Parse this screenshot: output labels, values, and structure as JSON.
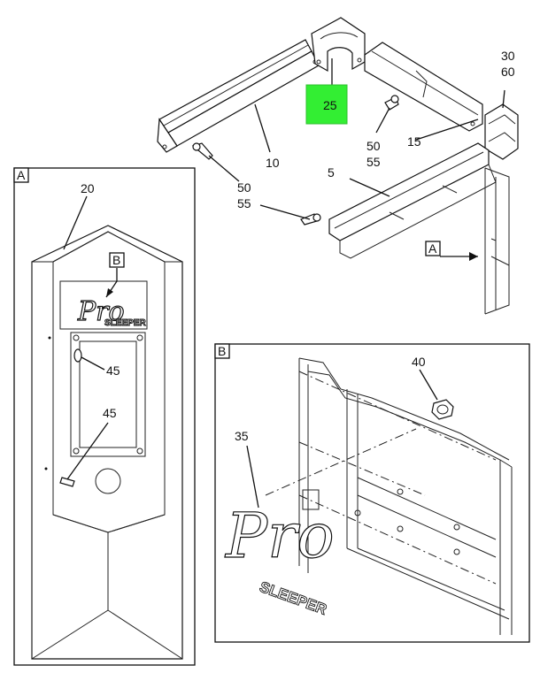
{
  "colors": {
    "highlight": "#33ee33",
    "ink": "#111111",
    "panel_shade": "#f4f4ee"
  },
  "callouts": {
    "c5": "5",
    "c10": "10",
    "c15": "15",
    "c20": "20",
    "c25": "25",
    "c30": "30",
    "c60": "60",
    "c35": "35",
    "c40": "40",
    "c45a": "45",
    "c45b": "45",
    "c50a": "50",
    "c55a": "55",
    "c50b": "50",
    "c55b": "55"
  },
  "view_tags": {
    "a_ref": "A",
    "a_box": "A",
    "b_ref": "B",
    "b_box": "B"
  },
  "logo": {
    "script": "Pro",
    "word": "SLEEPER"
  }
}
